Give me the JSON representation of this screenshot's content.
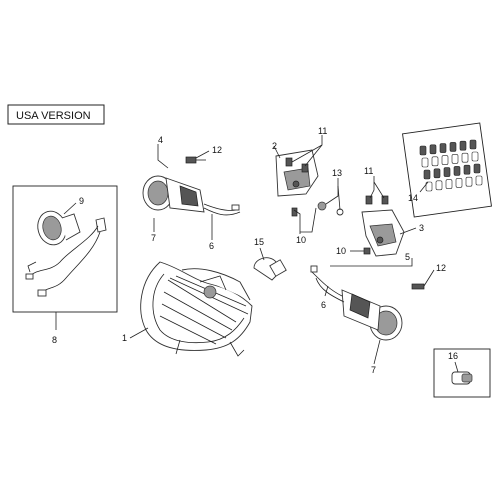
{
  "title": "USA VERSION",
  "labels": {
    "l1": "1",
    "l2": "2",
    "l3": "3",
    "l4": "4",
    "l5": "5",
    "l6a": "6",
    "l6b": "6",
    "l7a": "7",
    "l7b": "7",
    "l8": "8",
    "l9": "9",
    "l10a": "10",
    "l10b": "10",
    "l11a": "11",
    "l11b": "11",
    "l12a": "12",
    "l12b": "12",
    "l13": "13",
    "l14": "14",
    "l15": "15",
    "l16": "16"
  },
  "colors": {
    "ink": "#222222",
    "shade": "#9a9a9a",
    "background": "#ffffff"
  }
}
